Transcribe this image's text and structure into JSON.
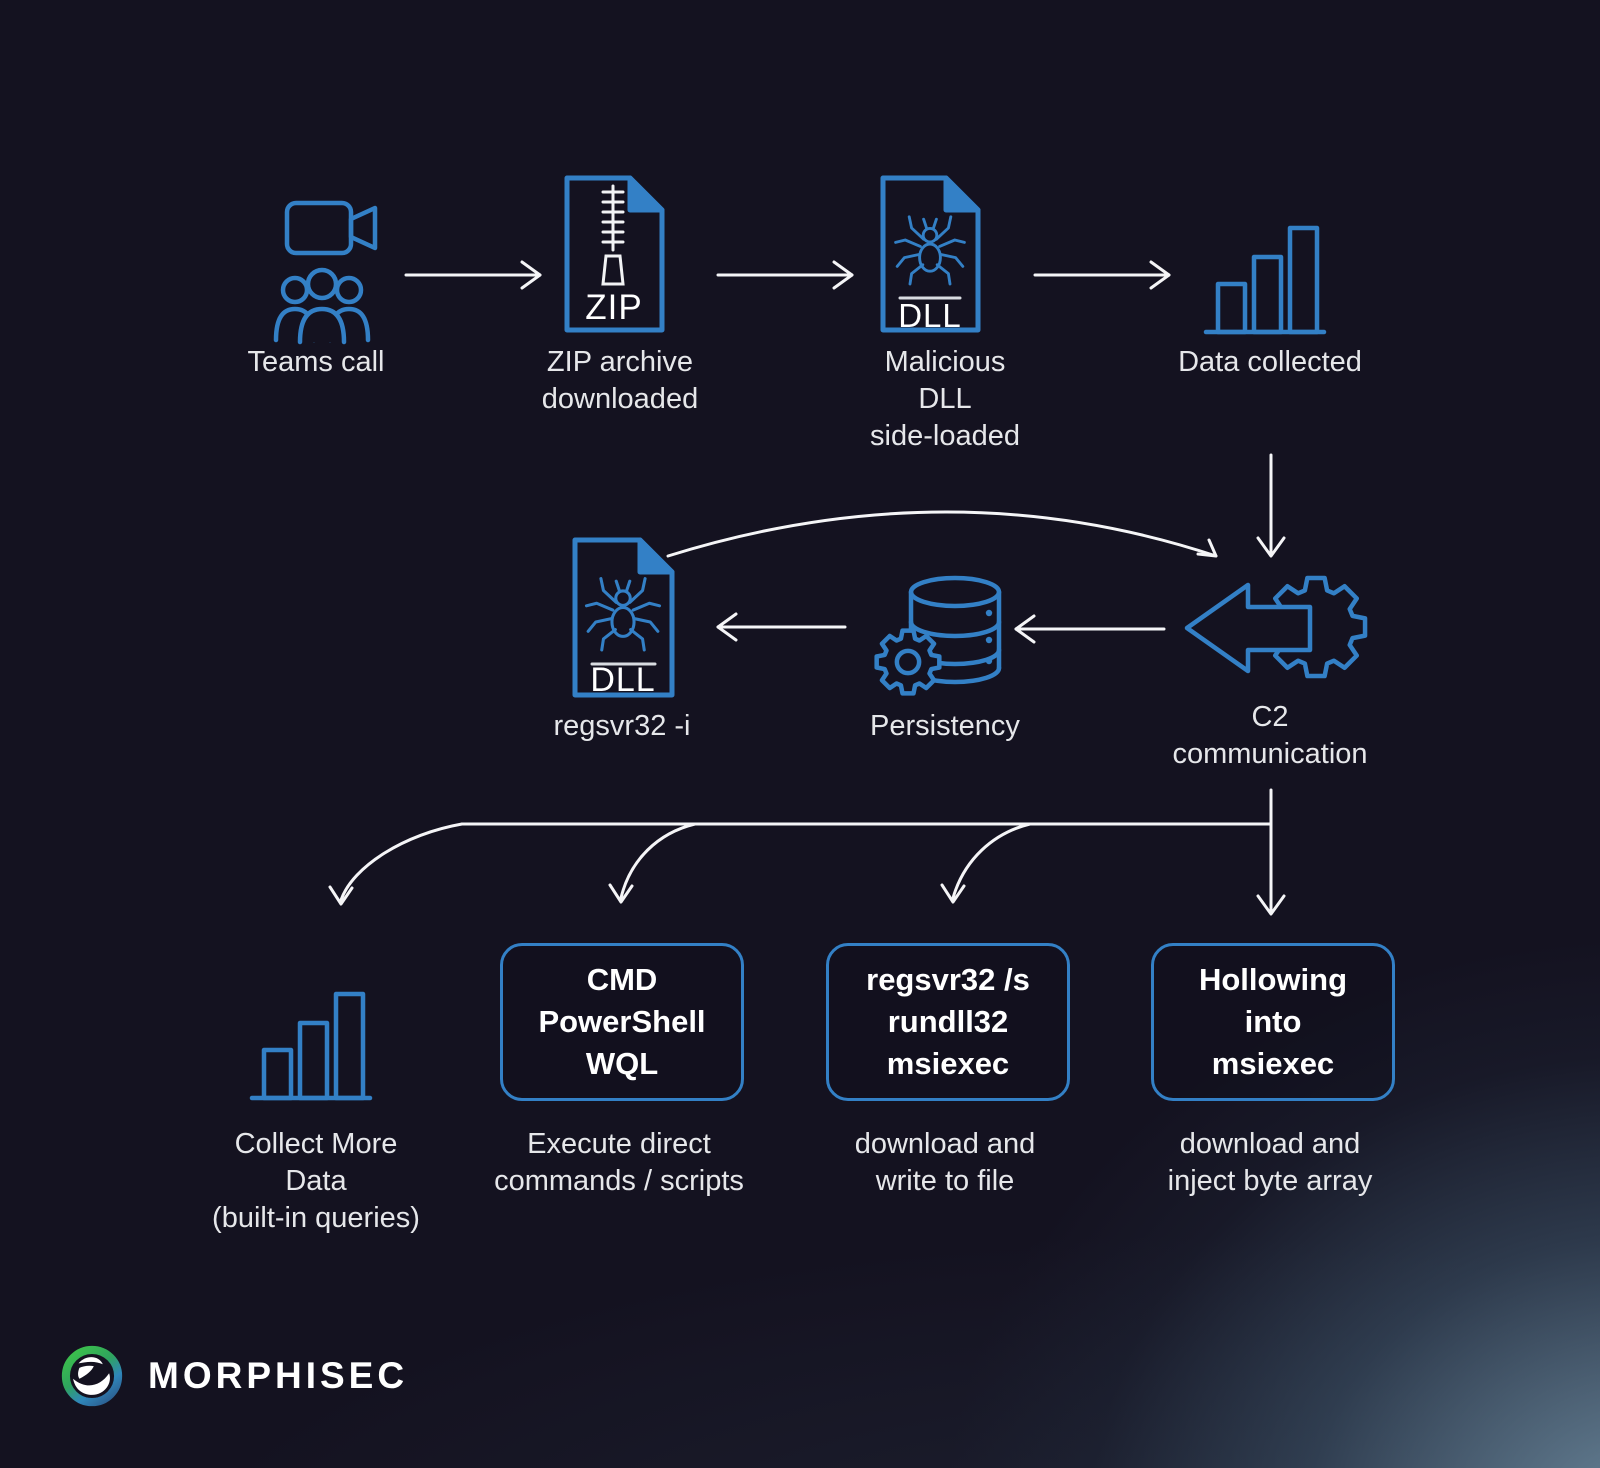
{
  "colors": {
    "background": "#141220",
    "accent_blue": "#3380c6",
    "arrow_white": "#f5f5f7",
    "caption_text": "#e6e7ea",
    "glow_corner": "#82a6bc"
  },
  "brand": {
    "name": "MORPHISEC"
  },
  "flow_top": {
    "nodes": [
      {
        "id": "teams-call",
        "icon": "teams-call-icon",
        "caption_lines": [
          "Teams call"
        ]
      },
      {
        "id": "zip-archive",
        "icon": "zip-file-icon",
        "file_label": "ZIP",
        "caption_lines": [
          "ZIP archive",
          "downloaded"
        ]
      },
      {
        "id": "malicious-dll",
        "icon": "malicious-dll-file-icon",
        "file_label": "DLL",
        "caption_lines": [
          "Malicious",
          "DLL",
          "side-loaded"
        ]
      },
      {
        "id": "data-collected",
        "icon": "bar-chart-icon",
        "caption_lines": [
          "Data collected"
        ]
      }
    ]
  },
  "flow_middle": {
    "nodes": [
      {
        "id": "regsvr32-i",
        "icon": "malicious-dll-file-icon",
        "file_label": "DLL",
        "caption_lines": [
          "regsvr32 -i"
        ]
      },
      {
        "id": "persistency",
        "icon": "database-gear-icon",
        "caption_lines": [
          "Persistency"
        ]
      },
      {
        "id": "c2-communication",
        "icon": "arrow-gear-icon",
        "caption_lines": [
          "C2",
          "communication"
        ]
      }
    ]
  },
  "flow_bottom": {
    "branches": [
      {
        "id": "collect-more-data",
        "icon": "bar-chart-icon",
        "caption_lines": [
          "Collect More",
          "Data",
          "(built-in queries)"
        ]
      },
      {
        "id": "cmd-powershell-wql",
        "box_lines": [
          "CMD",
          "PowerShell",
          "WQL"
        ],
        "caption_lines": [
          "Execute direct",
          "commands / scripts"
        ]
      },
      {
        "id": "regsvr32-rundll32-msiexec",
        "box_lines": [
          "regsvr32 /s",
          "rundll32",
          "msiexec"
        ],
        "caption_lines": [
          "download and",
          "write to file"
        ]
      },
      {
        "id": "hollowing-msiexec",
        "box_lines": [
          "Hollowing",
          "into",
          "msiexec"
        ],
        "caption_lines": [
          "download and",
          "inject byte array"
        ]
      }
    ]
  }
}
